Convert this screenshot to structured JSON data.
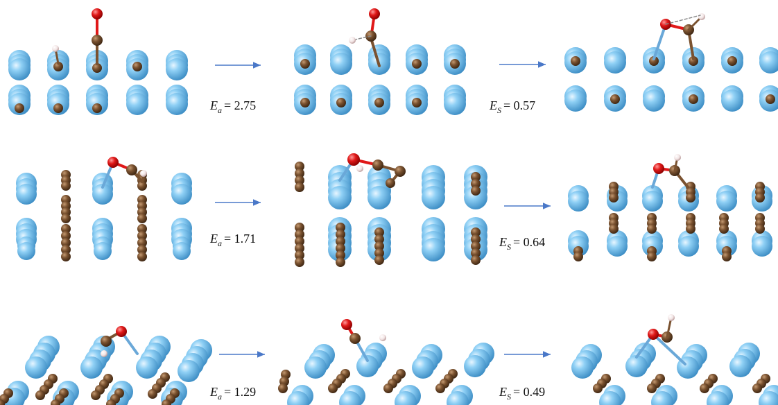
{
  "colors": {
    "metal": "#6fb9e6",
    "carbon": "#7a5230",
    "oxygen": "#e01818",
    "hydrogen": "#f2e4e4",
    "arrow": "#4a78c8",
    "bond_metal_o": "#6aa8d8",
    "hbond_dashed": "#888888"
  },
  "species": [
    "metal-atom",
    "carbon-atom",
    "oxygen-atom",
    "hydrogen-atom"
  ],
  "rows": [
    {
      "name": "row-1",
      "panels": [
        "initial-state",
        "transition-state",
        "final-state"
      ],
      "steps": [
        {
          "symbol": "E",
          "subscript": "a",
          "value": "2.75"
        },
        {
          "symbol": "E",
          "subscript": "S",
          "value": "0.57"
        }
      ]
    },
    {
      "name": "row-2",
      "panels": [
        "initial-state",
        "transition-state",
        "final-state"
      ],
      "steps": [
        {
          "symbol": "E",
          "subscript": "a",
          "value": "1.71"
        },
        {
          "symbol": "E",
          "subscript": "S",
          "value": "0.64"
        }
      ]
    },
    {
      "name": "row-3",
      "panels": [
        "initial-state",
        "transition-state",
        "final-state"
      ],
      "steps": [
        {
          "symbol": "E",
          "subscript": "a",
          "value": "1.29"
        },
        {
          "symbol": "E",
          "subscript": "S",
          "value": "0.49"
        }
      ]
    }
  ]
}
